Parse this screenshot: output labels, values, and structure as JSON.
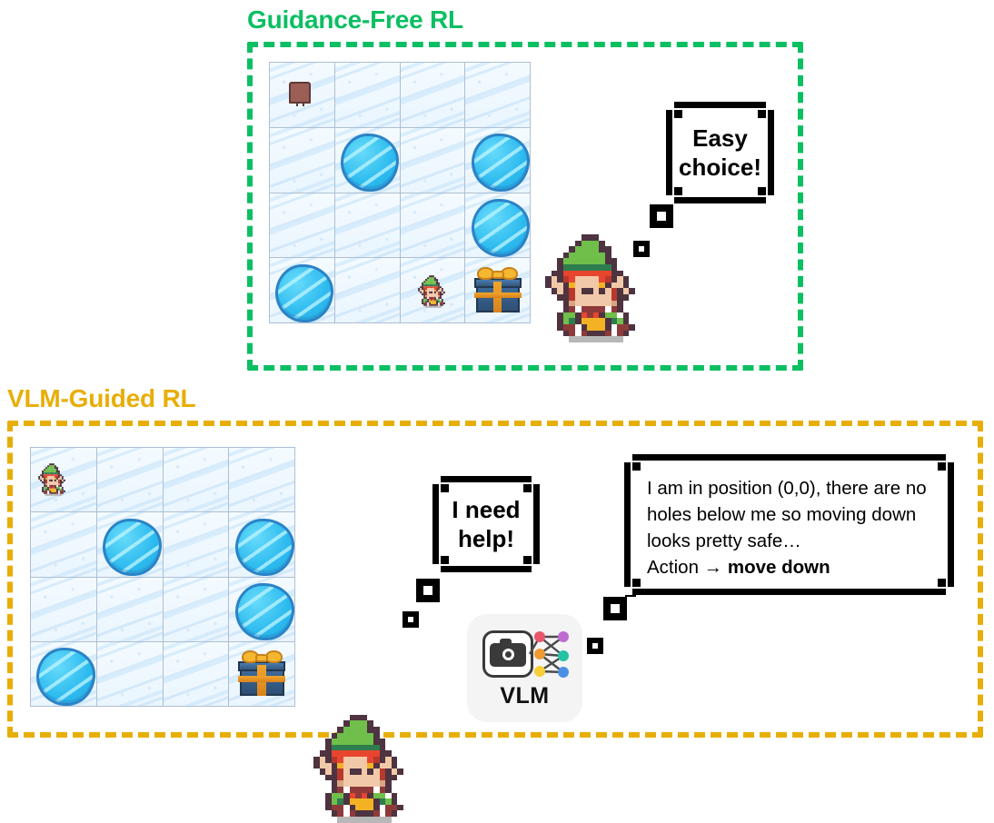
{
  "sections": {
    "guidance_free": {
      "title": "Guidance-Free RL",
      "accent": "#0BBF62",
      "agent_bubble": {
        "line1": "Easy",
        "line2": "choice!"
      },
      "grid": {
        "rows": 4,
        "cols": 4,
        "cells": [
          [
            "start",
            "ice",
            "ice",
            "ice"
          ],
          [
            "ice",
            "hole",
            "ice",
            "hole"
          ],
          [
            "ice",
            "ice",
            "ice",
            "hole"
          ],
          [
            "hole",
            "ice",
            "elf",
            "gift"
          ]
        ]
      }
    },
    "vlm_guided": {
      "title": "VLM-Guided RL",
      "accent": "#E8AE08",
      "agent_bubble": {
        "line1": "I need",
        "line2": "help!"
      },
      "vlm_card": {
        "label": "VLM",
        "icon": "camera-network-icon"
      },
      "vlm_bubble": {
        "line1": "I am in position (0,0), there are no",
        "line2": "holes below me so moving down",
        "line3": "looks pretty safe…",
        "action_prefix": "Action → ",
        "action_value": "move down"
      },
      "grid": {
        "rows": 4,
        "cols": 4,
        "cells": [
          [
            "elf",
            "ice",
            "ice",
            "ice"
          ],
          [
            "ice",
            "hole",
            "ice",
            "hole"
          ],
          [
            "ice",
            "ice",
            "ice",
            "hole"
          ],
          [
            "hole",
            "ice",
            "ice",
            "gift"
          ]
        ]
      }
    }
  },
  "colors": {
    "green": "#0BBF62",
    "yellow": "#E8AE08",
    "ice": "#EAF5FE",
    "hole": "#2DBBEF",
    "hole_outline": "#2B83C6",
    "gift_box": "#34587F",
    "gift_ribbon": "#F0A62C",
    "bubble_border": "#000000",
    "bubble_fill": "#FFFFFF"
  }
}
